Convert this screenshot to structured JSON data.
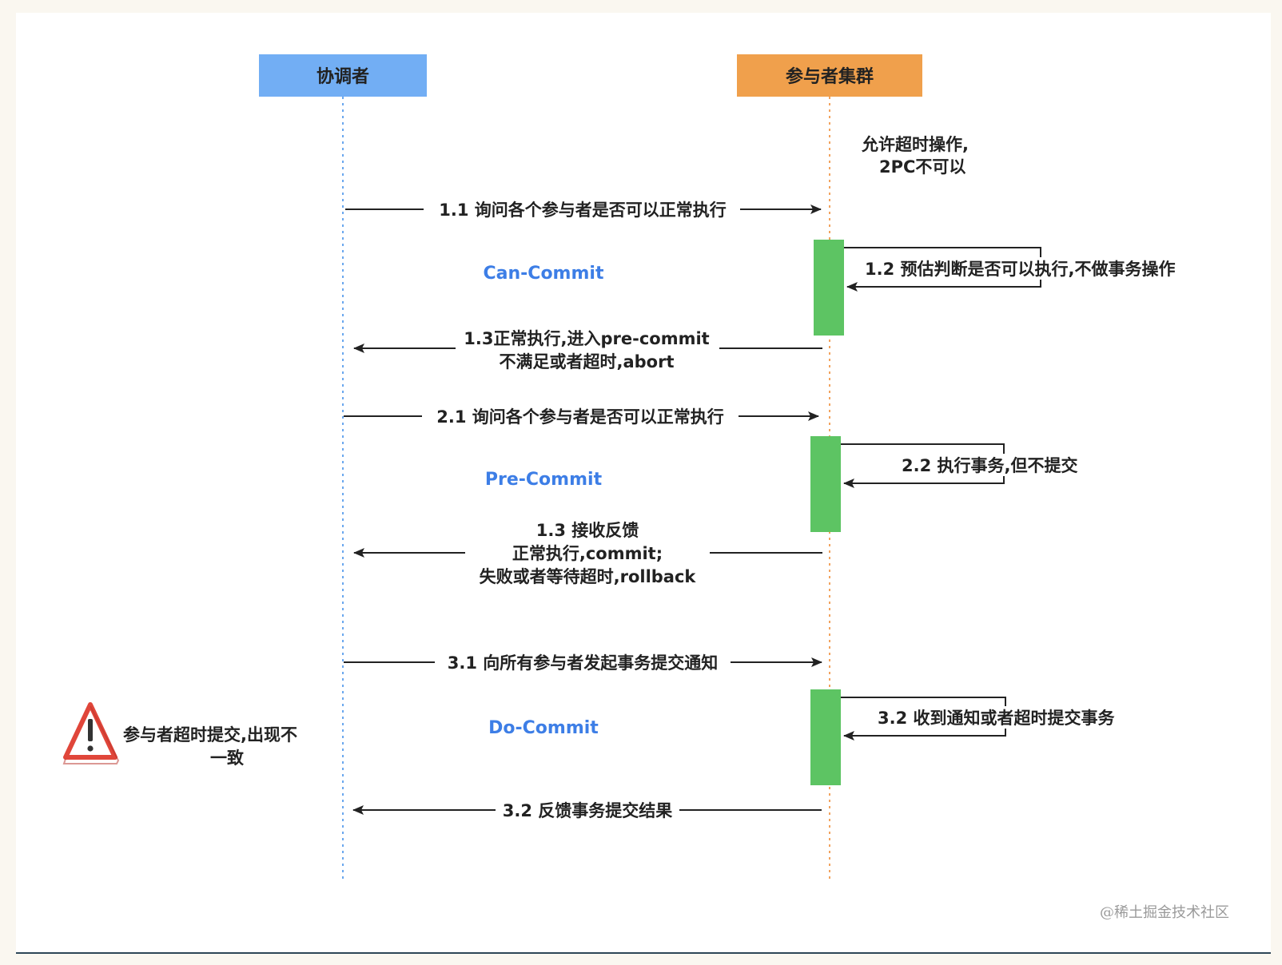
{
  "colors": {
    "coordinator": "#72aef4",
    "participants": "#f0a04c",
    "activation": "#5dc463",
    "phase_label": "#3d7ee6",
    "coordinator_lifeline": "#6aa7ee",
    "participant_lifeline": "#f2a35e",
    "warning": "#e0463a"
  },
  "lifelines": {
    "coordinator": "协调者",
    "participants": "参与者集群"
  },
  "note_top": {
    "line1": "允许超时操作,",
    "line2": "2PC不可以"
  },
  "phases": {
    "can_commit": "Can-Commit",
    "pre_commit": "Pre-Commit",
    "do_commit": "Do-Commit"
  },
  "messages": {
    "m1_1": "1.1 询问各个参与者是否可以正常执行",
    "m1_2": "1.2 预估判断是否可以执行,不做事务操作",
    "m1_3": {
      "line1": "1.3正常执行,进入pre-commit",
      "line2": "不满足或者超时,abort"
    },
    "m2_1": "2.1 询问各个参与者是否可以正常执行",
    "m2_2": "2.2 执行事务,但不提交",
    "m2_3": {
      "line1": "1.3 接收反馈",
      "line2": "正常执行,commit;",
      "line3": "失败或者等待超时,rollback"
    },
    "m3_1": "3.1 向所有参与者发起事务提交通知",
    "m3_2": "3.2 收到通知或者超时提交事务",
    "m3_3": "3.2 反馈事务提交结果"
  },
  "warning_note": {
    "icon": "warning-icon",
    "line1": "参与者超时提交,出现不",
    "line2": "一致"
  },
  "watermark": "@稀土掘金技术社区"
}
